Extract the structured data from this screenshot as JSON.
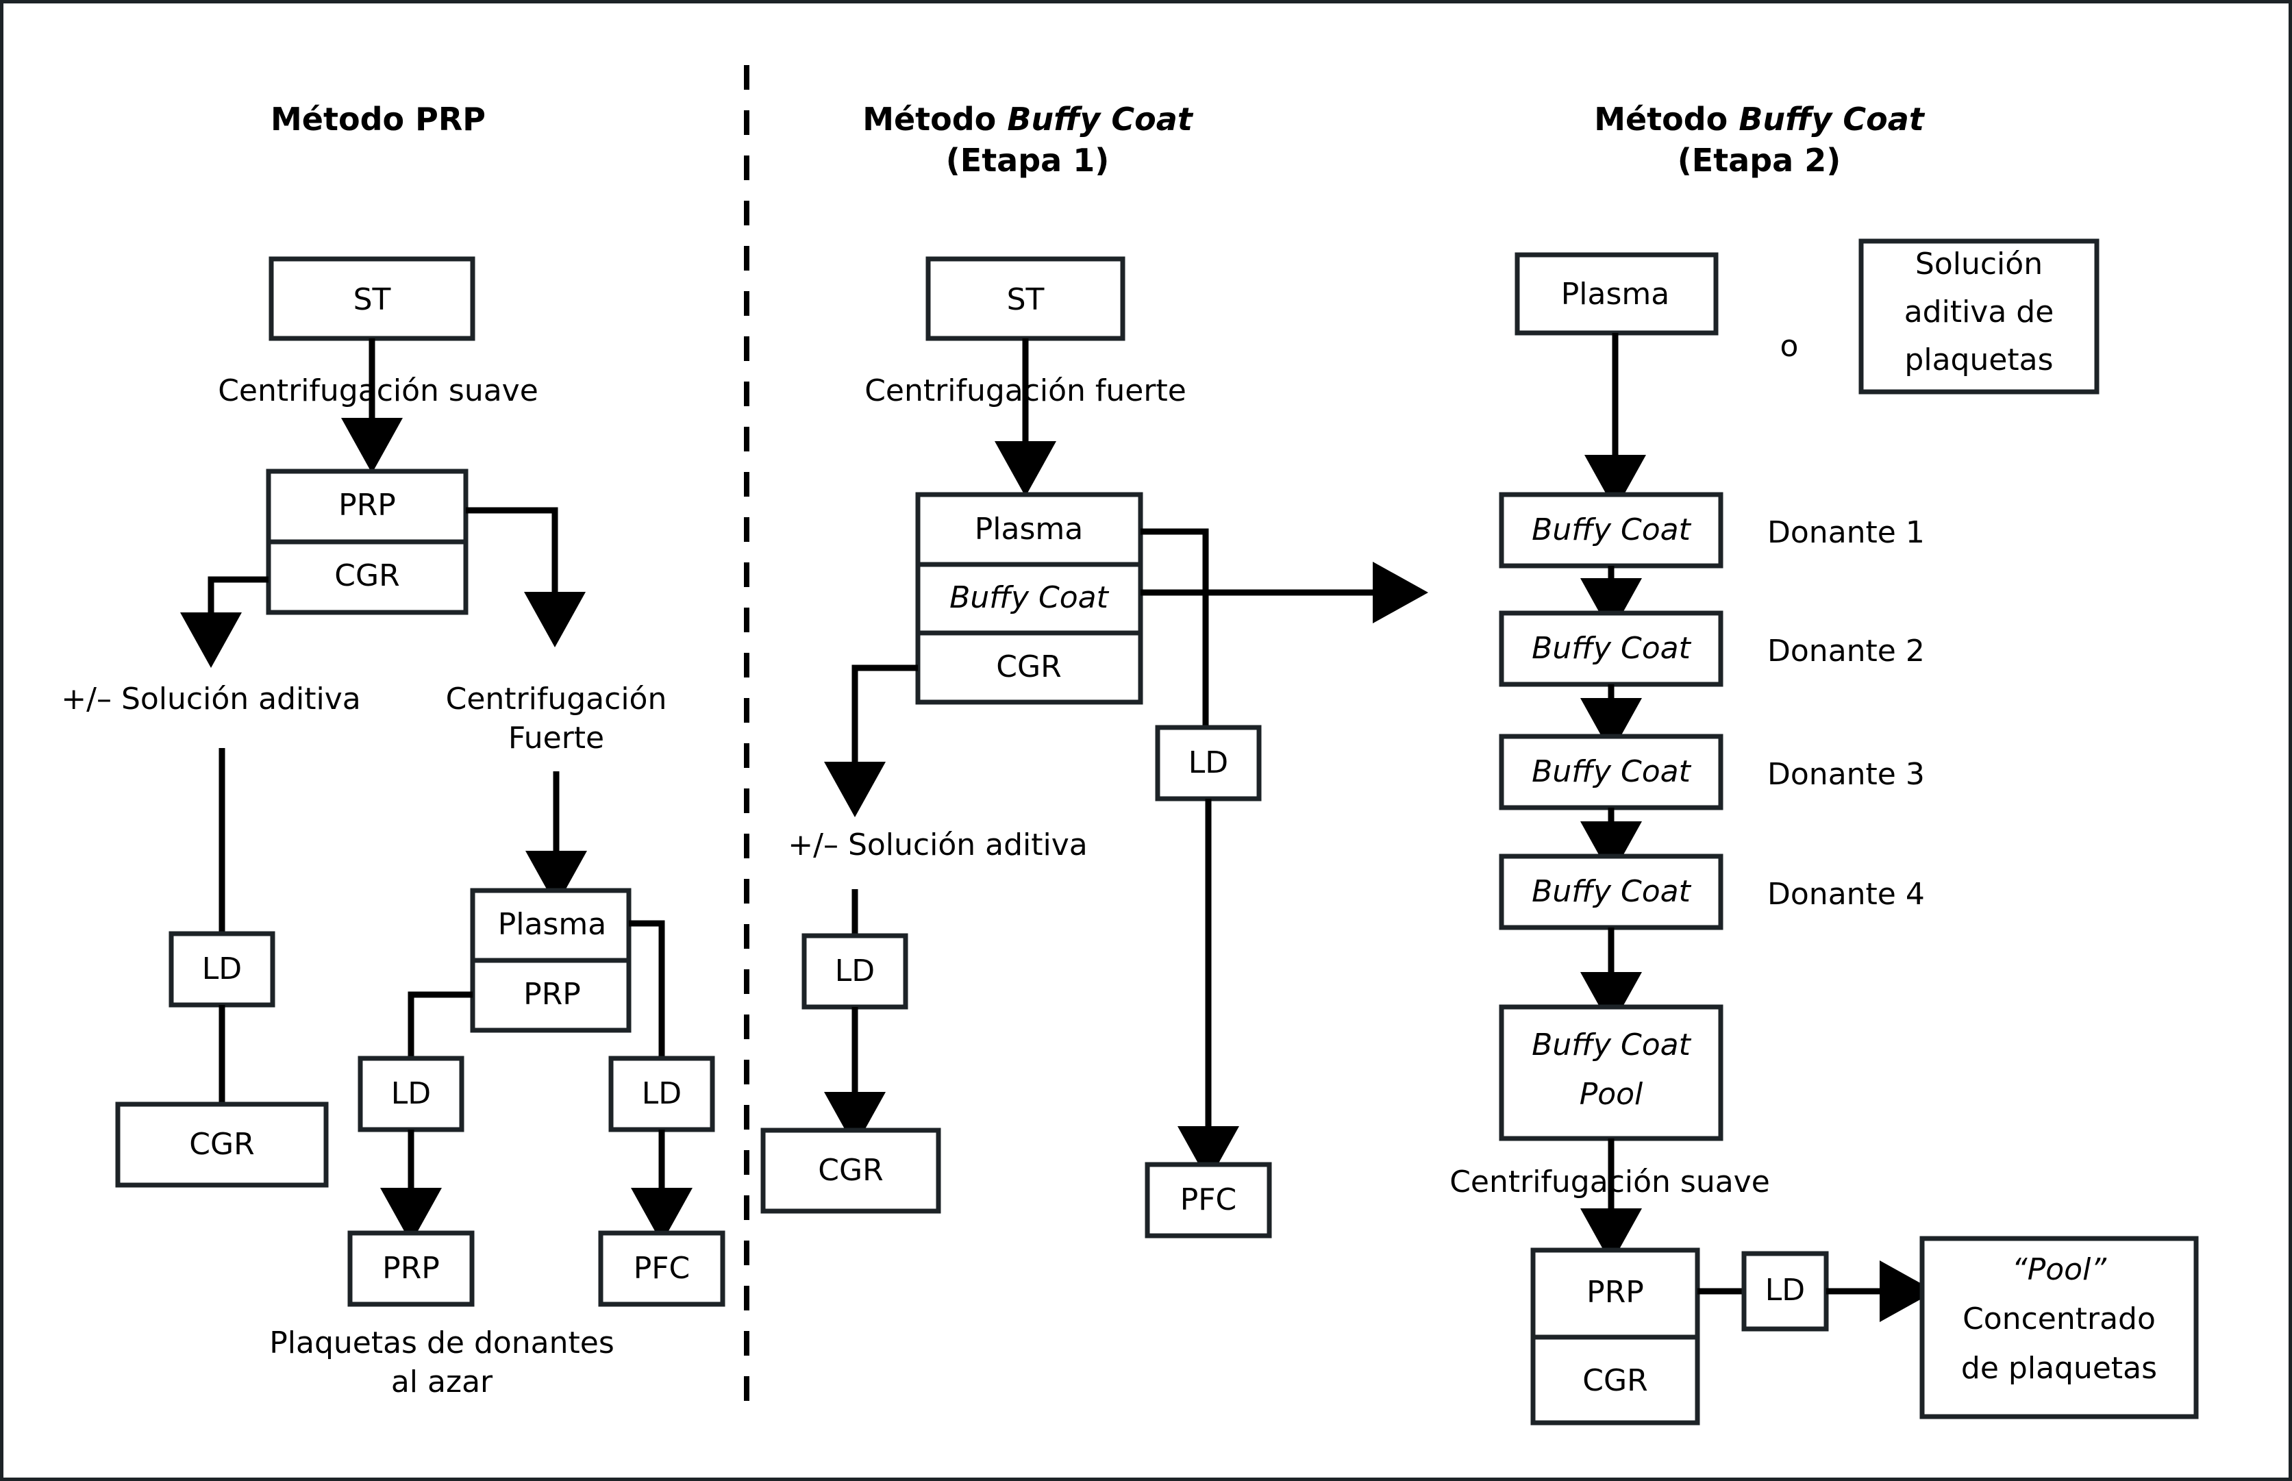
{
  "columns": {
    "left": {
      "title": "Método PRP",
      "nodes": {
        "st": "ST",
        "prp_top": "PRP",
        "cgr_top": "CGR",
        "ld_a": "LD",
        "cgr_a": "CGR",
        "plasma": "Plasma",
        "prp_mid": "PRP",
        "ld_b": "LD",
        "ld_c": "LD",
        "prp_out": "PRP",
        "pfc_out": "PFC"
      },
      "labels": {
        "centrif_suave": "Centrifugación suave",
        "solucion_aditiva": "+/– Solución aditiva",
        "centrif_fuerte_1": "Centrifugación",
        "centrif_fuerte_2": "Fuerte",
        "footer_1": "Plaquetas de donantes",
        "footer_2": "al azar"
      }
    },
    "middle": {
      "title_main": "Método ",
      "title_italic": "Buffy Coat",
      "title_sub": "(Etapa 1)",
      "nodes": {
        "st": "ST",
        "plasma": "Plasma",
        "buffy": "Buffy Coat",
        "cgr_top": "CGR",
        "ld_left": "LD",
        "cgr_bottom": "CGR",
        "ld_right": "LD",
        "pfc": "PFC"
      },
      "labels": {
        "centrif_fuerte": "Centrifugación fuerte",
        "solucion_aditiva": "+/– Solución aditiva"
      }
    },
    "right": {
      "title_main": "Método ",
      "title_italic": "Buffy Coat",
      "title_sub": "(Etapa 2)",
      "nodes": {
        "plasma": "Plasma",
        "solucion": [
          "Solución",
          "aditiva de",
          "plaquetas"
        ],
        "buffy_1": "Buffy Coat",
        "buffy_2": "Buffy Coat",
        "buffy_3": "Buffy Coat",
        "buffy_4": "Buffy Coat",
        "pool_box": [
          "Buffy Coat",
          "Pool"
        ],
        "prp": "PRP",
        "cgr": "CGR",
        "ld": "LD",
        "final": [
          "“Pool”",
          "Concentrado",
          "de plaquetas"
        ]
      },
      "labels": {
        "o": "o",
        "donante_1": "Donante 1",
        "donante_2": "Donante 2",
        "donante_3": "Donante 3",
        "donante_4": "Donante 4",
        "centrif_suave": "Centrifugación suave"
      }
    }
  },
  "colors": {
    "ink": "#1d2327",
    "line": "#000000",
    "background": "#ffffff"
  }
}
